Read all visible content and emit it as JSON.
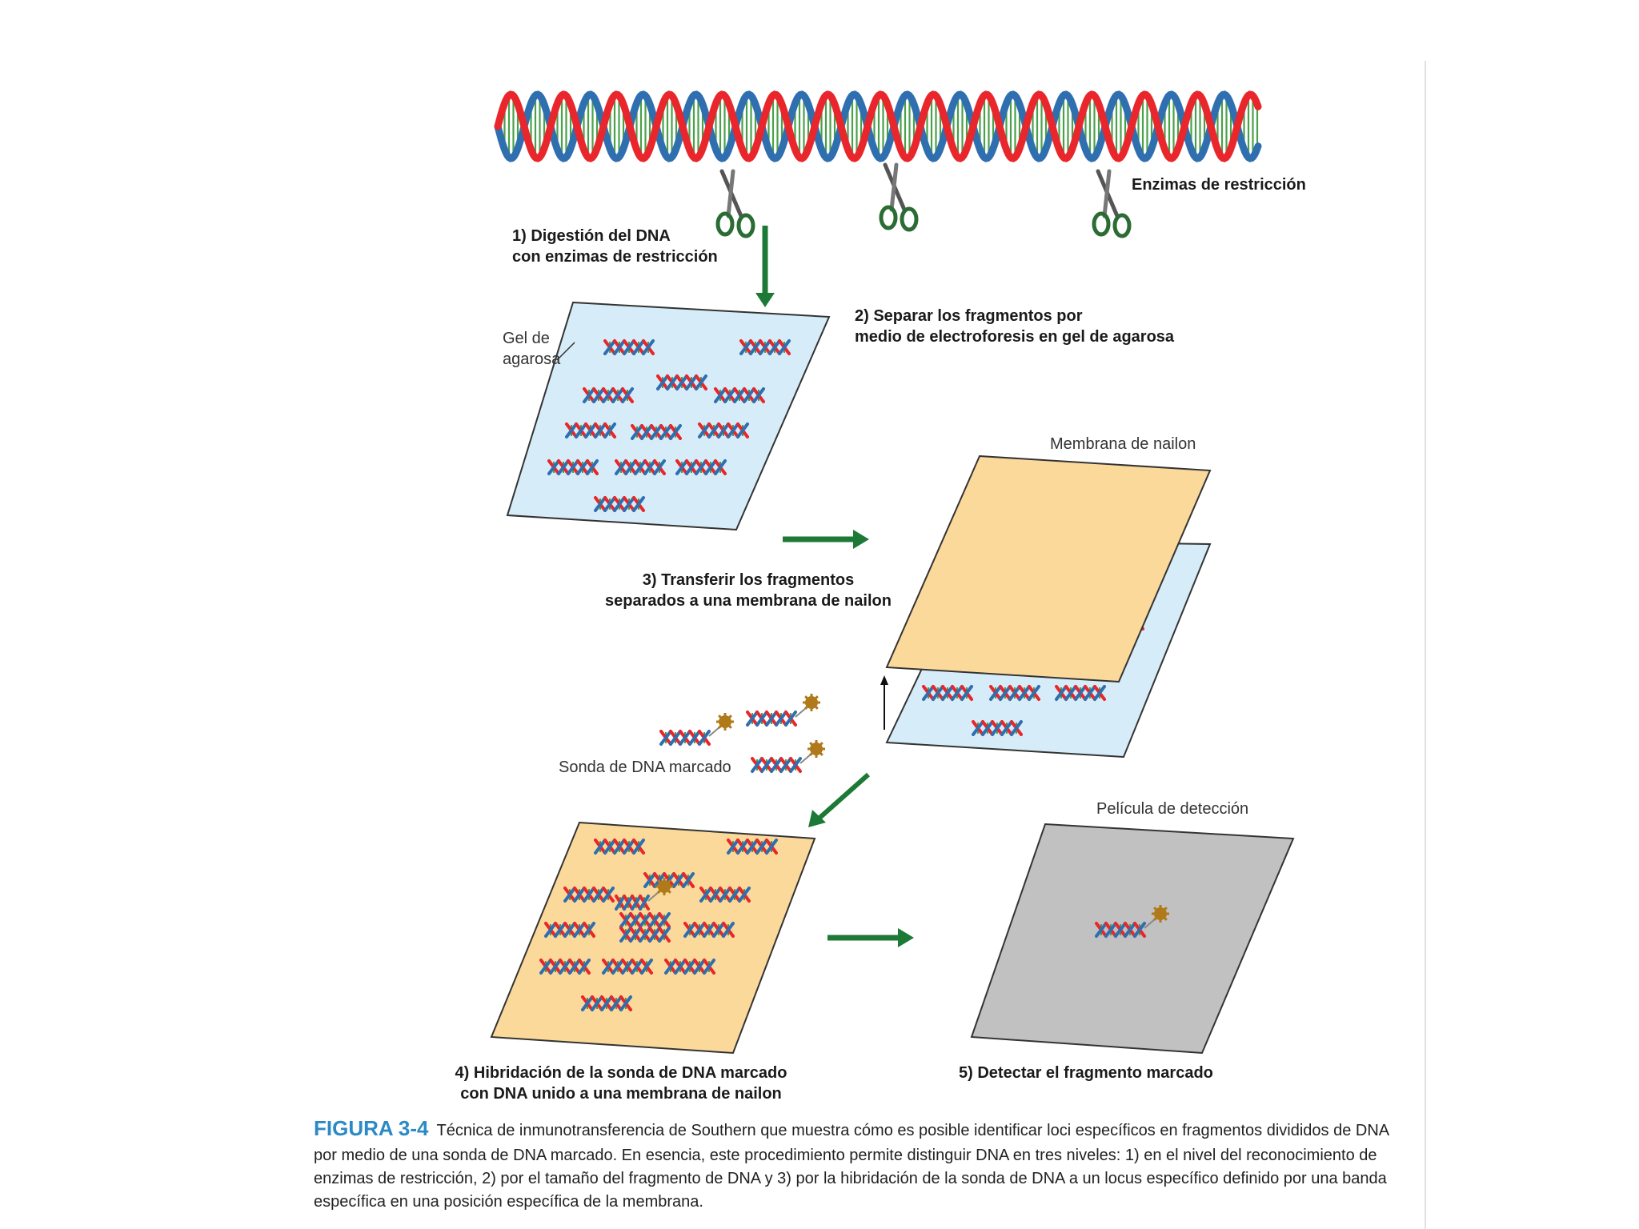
{
  "steps": {
    "enzimas_label": "Enzimas de restricción",
    "step1_line1": "1) Digestión del DNA",
    "step1_line2": "con enzimas de restricción",
    "gel_label_line1": "Gel de",
    "gel_label_line2": "agarosa",
    "step2_line1": "2) Separar los fragmentos por",
    "step2_line2": "medio de electroforesis en gel de agarosa",
    "membrana_label": "Membrana de nailon",
    "step3_line1": "3) Transferir los fragmentos",
    "step3_line2": "separados a una membrana de nailon",
    "sonda_label": "Sonda de DNA marcado",
    "pelicula_label": "Película de detección",
    "step4_line1": "4) Hibridación de la sonda de DNA marcado",
    "step4_line2": "con DNA unido a una membrana de nailon",
    "step5": "5) Detectar el fragmento marcado"
  },
  "caption": {
    "figure_number": "FIGURA 3-4",
    "text": "Técnica de inmunotransferencia de Southern que muestra cómo es posible identificar loci específicos en fragmentos divididos de DNA por medio de una sonda de DNA marcado. En esencia, este procedimiento permite distinguir DNA en tres niveles: 1) en el nivel del reconocimiento de enzimas de restricción, 2) por el tamaño del fragmento de DNA y 3) por la hibridación de la sonda de DNA a un locus específico definido por una banda específica en una posición específica de la membrana."
  },
  "colors": {
    "strand_red": "#e8262b",
    "strand_blue": "#2f6fb0",
    "base_green": "#4aa04a",
    "arrow_green": "#1d7a36",
    "gel_blue": "#d6ecf8",
    "membrane_orange": "#fbd99a",
    "film_gray": "#c1c1c1",
    "probe_tag": "#b0791a",
    "caption_blue": "#2b8ac6"
  }
}
